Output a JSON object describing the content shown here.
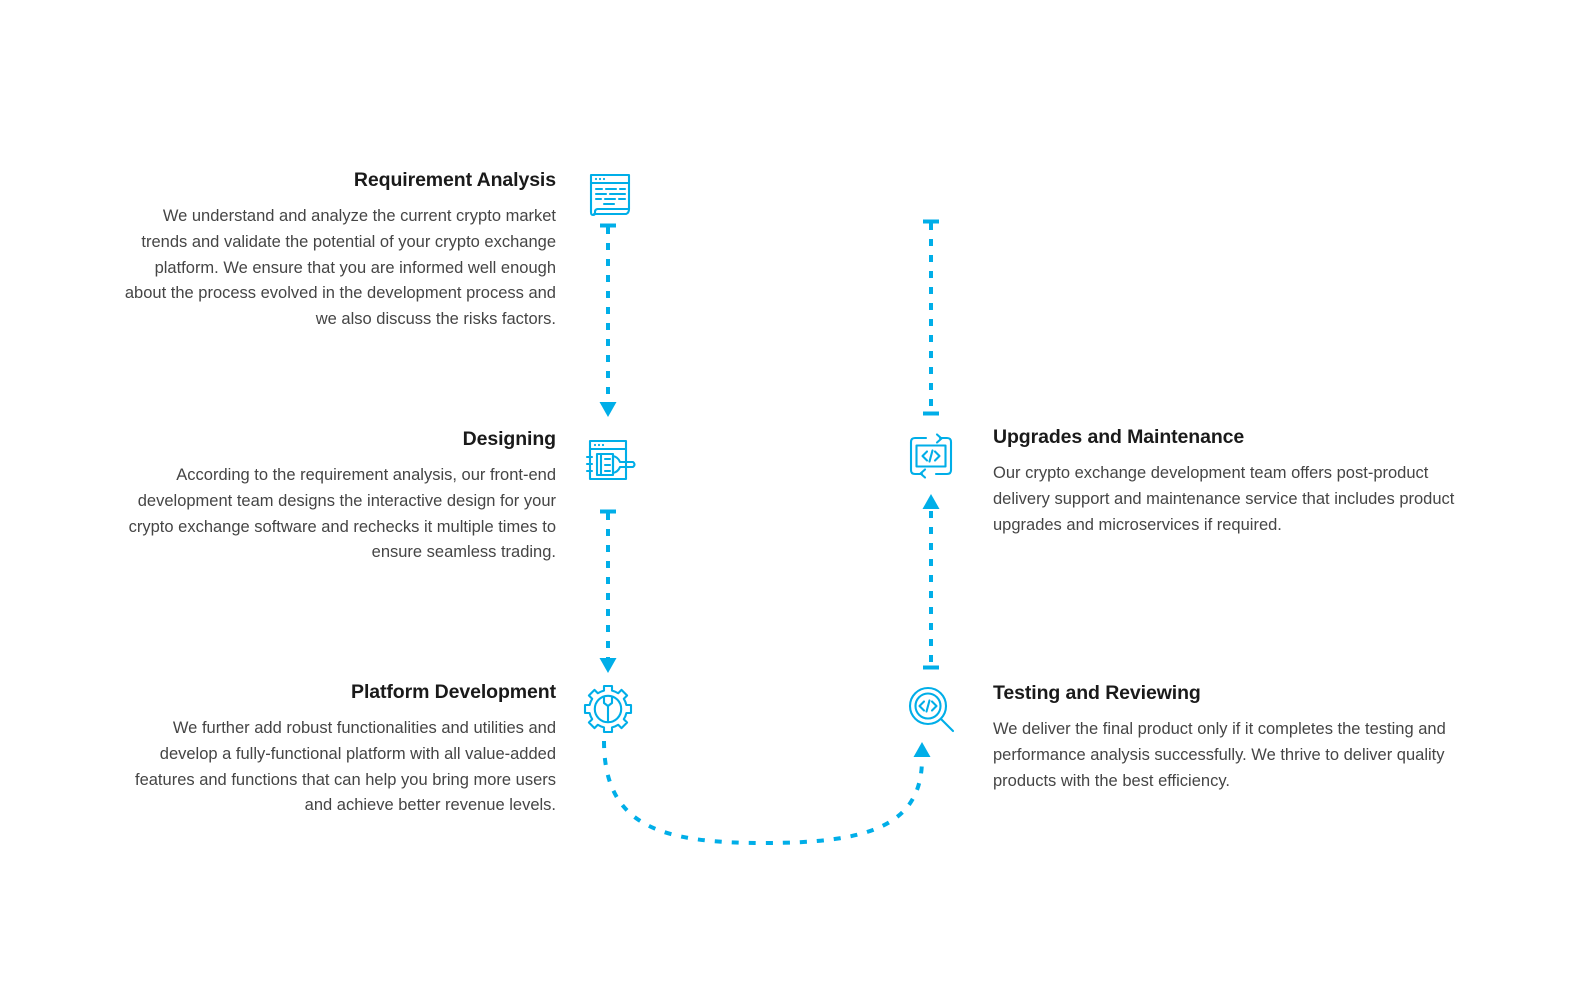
{
  "theme": {
    "accent": "#00AEE8",
    "background": "#ffffff",
    "title_color": "#1a1a1a",
    "body_color": "#454545"
  },
  "diagram": {
    "name": "crypto-exchange-development-process",
    "steps": [
      {
        "id": "requirement-analysis",
        "title": "Requirement Analysis",
        "body": "We understand and analyze the current crypto market trends and validate the potential of your crypto exchange platform. We ensure that you are informed well enough about the process evolved in the development process and we also discuss the risks factors.",
        "icon": "document-article-icon",
        "side": "left"
      },
      {
        "id": "designing",
        "title": "Designing",
        "body": "According to the requirement analysis, our front-end development team designs the interactive design for your crypto exchange software and rechecks it multiple times to ensure seamless trading.",
        "icon": "design-brush-window-icon",
        "side": "left"
      },
      {
        "id": "platform-development",
        "title": "Platform Development",
        "body": "We further add robust functionalities and utilities and develop a fully-functional platform with all value-added features and functions that can help you bring more users and achieve better revenue levels.",
        "icon": "gear-wrench-icon",
        "side": "left"
      },
      {
        "id": "testing-and-reviewing",
        "title": "Testing and Reviewing",
        "body": "We deliver the final product only if it completes the testing and performance analysis successfully. We thrive to deliver quality products with the best efficiency.",
        "icon": "magnifier-code-icon",
        "side": "right"
      },
      {
        "id": "upgrades-and-maintenance",
        "title": "Upgrades and Maintenance",
        "body": "Our crypto exchange development team offers post-product delivery support and maintenance service that includes product upgrades and microservices if required.",
        "icon": "code-refresh-icon",
        "side": "right"
      }
    ],
    "connectors": [
      {
        "id": "requirement-to-designing",
        "style": "dashed",
        "direction": "down",
        "shape": "vertical"
      },
      {
        "id": "designing-to-platform",
        "style": "dashed",
        "direction": "down",
        "shape": "vertical"
      },
      {
        "id": "platform-to-testing",
        "style": "dashed",
        "direction": "up",
        "shape": "u-curve"
      },
      {
        "id": "testing-to-upgrades",
        "style": "dashed",
        "direction": "up",
        "shape": "vertical"
      },
      {
        "id": "upgrades-terminus",
        "style": "dashed",
        "direction": "none",
        "shape": "vertical"
      }
    ]
  }
}
